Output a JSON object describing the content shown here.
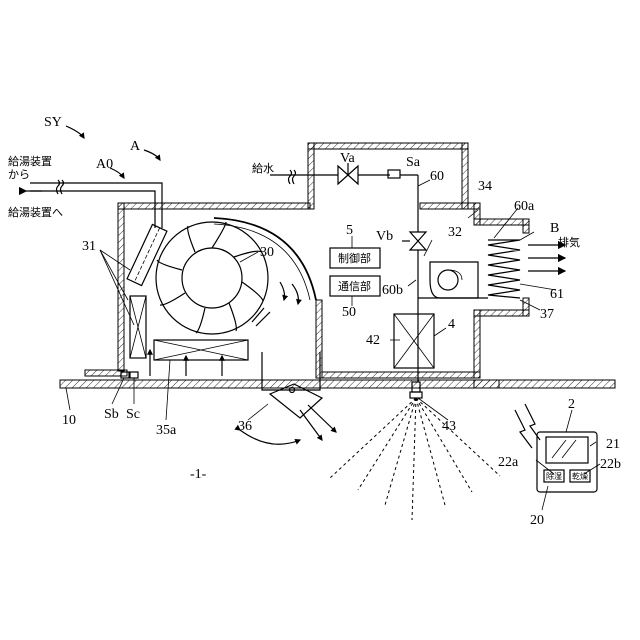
{
  "labels": {
    "SY": "SY",
    "A": "A",
    "A0": "A0",
    "B": "B",
    "n1": "1",
    "n2": "2",
    "n4": "4",
    "n5": "5",
    "n10": "10",
    "n20": "20",
    "n21": "21",
    "n22a": "22a",
    "n22b": "22b",
    "n30": "30",
    "n31": "31",
    "n32": "32",
    "n34": "34",
    "n35a": "35a",
    "n36": "36",
    "n37": "37",
    "n42": "42",
    "n43": "43",
    "n50": "50",
    "n60": "60",
    "n60a": "60a",
    "n60b": "60b",
    "n61": "61",
    "Va": "Va",
    "Vb": "Vb",
    "Sa": "Sa",
    "Sb": "Sb",
    "Sc": "Sc",
    "fig_number": "-1-"
  },
  "texts": {
    "hot_water_from_line1": "給湯装置",
    "hot_water_from_line2": "から",
    "hot_water_to": "給湯装置へ",
    "water_supply": "給水",
    "exhaust": "排気",
    "control_unit": "制御部",
    "comm_unit": "通信部",
    "btn_dehumidify": "除湿",
    "btn_dry": "乾燥"
  }
}
